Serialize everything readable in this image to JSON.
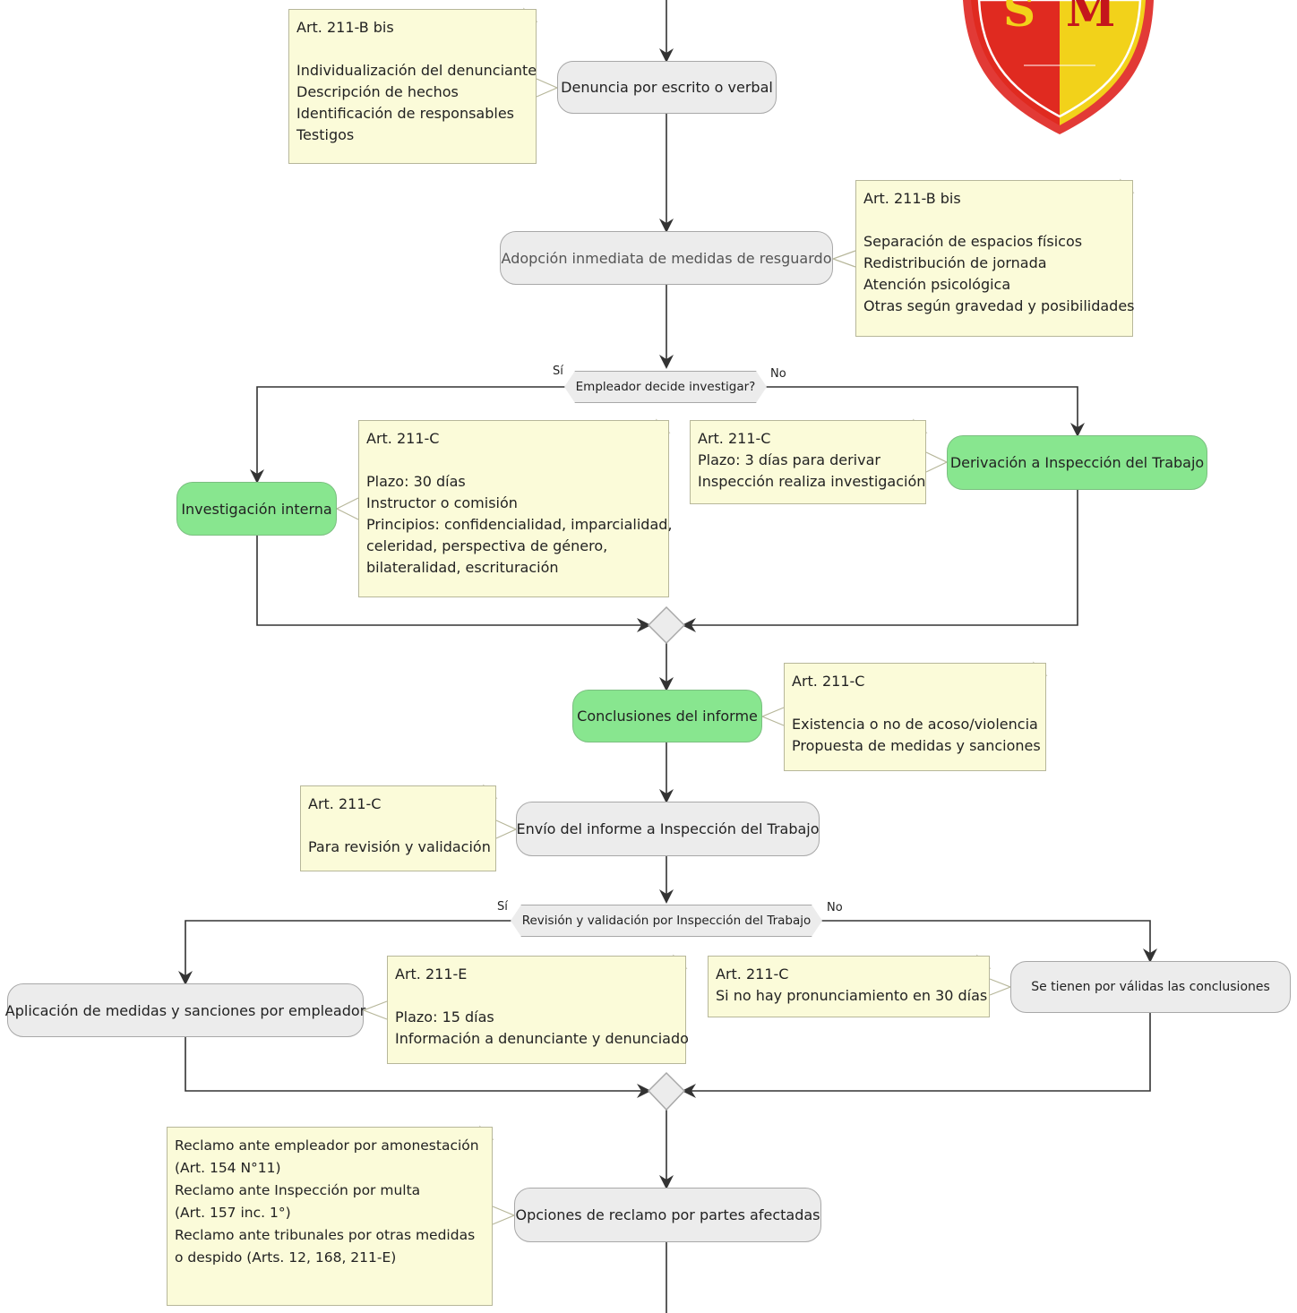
{
  "logo": {
    "letter_left": "S",
    "letter_right": "M",
    "colors": {
      "left": "#e02a20",
      "right": "#f2d21a",
      "rim": "#e23a36"
    }
  },
  "nodes": {
    "denuncia": "Denuncia por escrito o verbal",
    "adopcion": "Adopción inmediata de medidas de resguardo",
    "investigacion": "Investigación interna",
    "derivacion": "Derivación a Inspección del Trabajo",
    "conclusiones": "Conclusiones del informe",
    "envio": "Envío del informe a Inspección del Trabajo",
    "aplicacion": "Aplicación de medidas y sanciones por empleador",
    "validas": "Se tienen por válidas las conclusiones",
    "opciones": "Opciones de reclamo por partes afectadas"
  },
  "decisions": {
    "d1": {
      "text": "Empleador decide investigar?",
      "yes": "Sí",
      "no": "No"
    },
    "d2": {
      "text": "Revisión y validación por Inspección del Trabajo",
      "yes": "Sí",
      "no": "No"
    }
  },
  "notes": {
    "n1": [
      "Art. 211-B bis",
      "",
      "Individualización del denunciante",
      "Descripción de hechos",
      "Identificación de responsables",
      "Testigos"
    ],
    "n2": [
      "Art. 211-B bis",
      "",
      "Separación de espacios físicos",
      "Redistribución de jornada",
      "Atención psicológica",
      "Otras según gravedad y posibilidades"
    ],
    "n3": [
      "Art. 211-C",
      "",
      "Plazo: 30 días",
      "Instructor o comisión",
      "Principios: confidencialidad, imparcialidad,",
      "celeridad, perspectiva de género,",
      "bilateralidad, escrituración"
    ],
    "n4": [
      "Art. 211-C",
      "Plazo: 3 días para derivar",
      "Inspección realiza investigación"
    ],
    "n5": [
      "Art. 211-C",
      "",
      "Existencia o no de acoso/violencia",
      "Propuesta de medidas y sanciones"
    ],
    "n6": [
      "Art. 211-C",
      "",
      "Para revisión y validación"
    ],
    "n7": [
      "Art. 211-E",
      "",
      "Plazo: 15 días",
      "Información a denunciante y denunciado"
    ],
    "n8": [
      "Art. 211-C",
      "Si no hay pronunciamiento en 30 días"
    ],
    "n9": [
      "Reclamo ante empleador por amonestación",
      "(Art. 154 N°11)",
      "Reclamo ante Inspección por multa",
      "(Art. 157 inc. 1°)",
      "Reclamo ante tribunales por otras medidas",
      "o despido (Arts. 12, 168, 211-E)"
    ]
  }
}
